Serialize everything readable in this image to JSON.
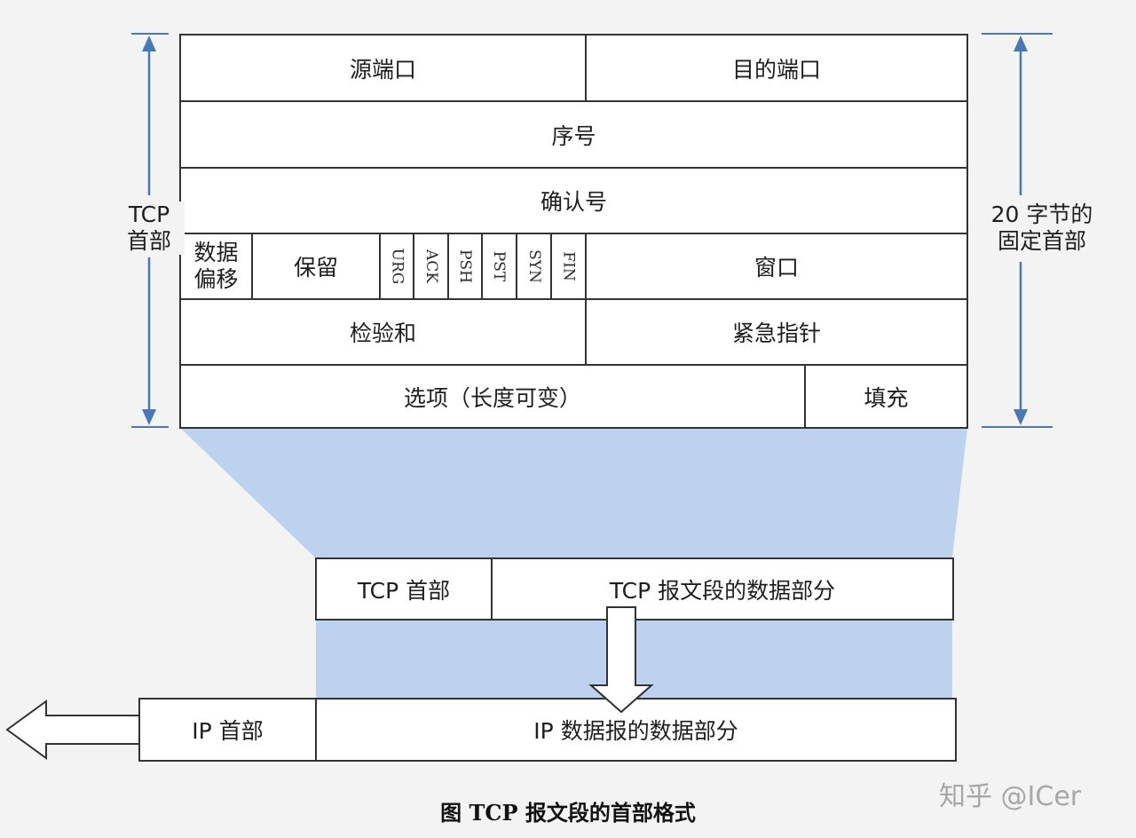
{
  "header": {
    "src_port": "源端口",
    "dst_port": "目的端口",
    "seq": "序号",
    "ack_num": "确认号",
    "data_offset_1": "数据",
    "data_offset_2": "偏移",
    "reserved": "保留",
    "flags": [
      "URG",
      "ACK",
      "PSH",
      "PST",
      "SYN",
      "FIN"
    ],
    "window": "窗口",
    "checksum": "检验和",
    "urgent_ptr": "紧急指针",
    "options": "选项（长度可变）",
    "padding": "填充"
  },
  "left_label": {
    "line1": "TCP",
    "line2": "首部"
  },
  "right_label": {
    "line1": "20 字节的",
    "line2": "固定首部"
  },
  "segment": {
    "tcp_header": "TCP  首部",
    "tcp_data": "TCP  报文段的数据部分"
  },
  "datagram": {
    "ip_header": "IP  首部",
    "ip_data": "IP  数据报的数据部分"
  },
  "caption": "图  TCP  报文段的首部格式",
  "watermark": "知乎 @ICer",
  "colors": {
    "fill": "#bcd2ee",
    "arrow": "#4a78b4",
    "border": "#333333"
  }
}
